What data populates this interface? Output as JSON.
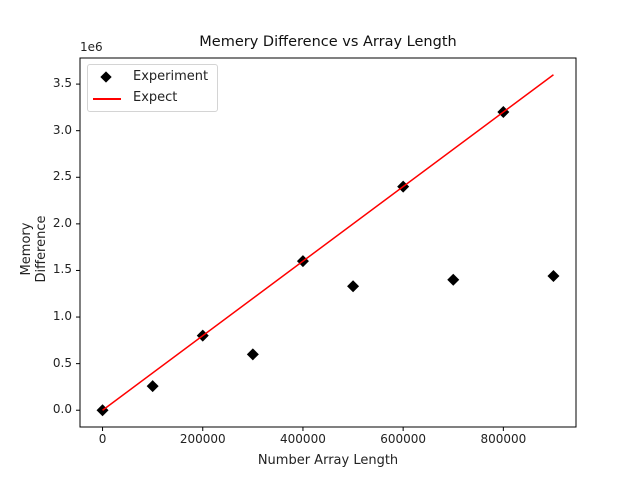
{
  "chart_data": {
    "type": "scatter",
    "title": "Memery Difference vs Array Length",
    "xlabel": "Number Array Length",
    "ylabel": "Memory Difference",
    "y_offset_label": "1e6",
    "xlim": [
      -45000,
      945000
    ],
    "ylim": [
      -180000,
      3780000
    ],
    "xticks": [
      0,
      200000,
      400000,
      600000,
      800000
    ],
    "xtick_labels": [
      "0",
      "200000",
      "400000",
      "600000",
      "800000"
    ],
    "yticks": [
      0,
      500000,
      1000000,
      1500000,
      2000000,
      2500000,
      3000000,
      3500000
    ],
    "ytick_labels": [
      "0.0",
      "0.5",
      "1.0",
      "1.5",
      "2.0",
      "2.5",
      "3.0",
      "3.5"
    ],
    "grid": false,
    "legend_position": "upper left",
    "series": [
      {
        "name": "Experiment",
        "type": "scatter",
        "marker": "diamond",
        "color": "#000000",
        "x": [
          0,
          100000,
          200000,
          300000,
          400000,
          500000,
          600000,
          700000,
          800000,
          900000
        ],
        "values": [
          0,
          258000,
          800000,
          600000,
          1600000,
          1330000,
          2400000,
          1400000,
          3200000,
          1440000
        ]
      },
      {
        "name": "Expect",
        "type": "line",
        "color": "#ff0000",
        "x": [
          0,
          900000
        ],
        "values": [
          0,
          3600000
        ]
      }
    ]
  },
  "legend": {
    "items": [
      {
        "label": "Experiment"
      },
      {
        "label": "Expect"
      }
    ]
  }
}
